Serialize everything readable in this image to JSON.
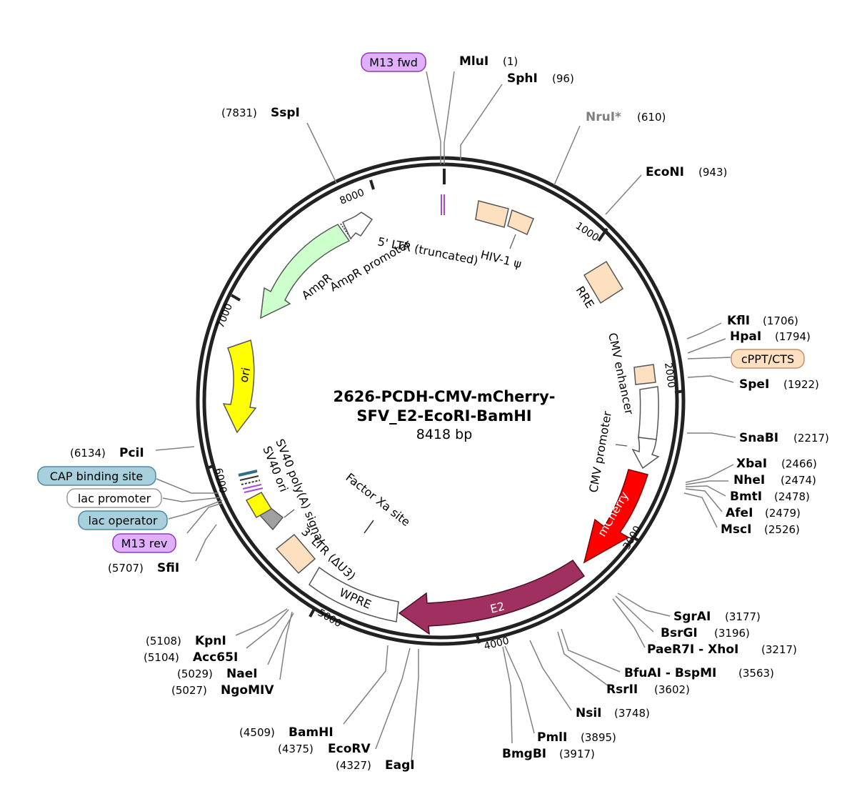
{
  "title_line1": "2626-PCDH-CMV-mCherry-",
  "title_line2": "SFV_E2-EcoRI-BamHI",
  "size_label": "8418 bp",
  "ticks": [
    "1000",
    "2000",
    "3000",
    "4000",
    "5000",
    "6000",
    "7000",
    "8000"
  ],
  "features": {
    "ltr5": "5' LTR (truncated)",
    "hiv_psi": "HIV-1 ψ",
    "rre": "RRE",
    "cmv_enhancer": "CMV enhancer",
    "cmv_promoter": "CMV promoter",
    "mcherry": "mCherry",
    "e2": "E2",
    "wpre": "WPRE",
    "ltr3": "3' LTR (ΔU3)",
    "factor_xa": "Factor Xa site",
    "sv40_polya": "SV40 poly(A) signal",
    "sv40_ori": "SV40 ori",
    "ori": "ori",
    "ampr": "AmpR",
    "ampr_promoter": "AmpR promoter"
  },
  "pills": {
    "m13_fwd": "M13 fwd",
    "cppt": "cPPT/CTS",
    "cap": "CAP binding site",
    "lac_promoter": "lac promoter",
    "lac_operator": "lac operator",
    "m13_rev": "M13 rev"
  },
  "sites": {
    "mlui": {
      "name": "MluI",
      "pos": "(1)"
    },
    "sphi": {
      "name": "SphI",
      "pos": "(96)"
    },
    "nrui": {
      "name": "NruI*",
      "pos": "(610)"
    },
    "econi": {
      "name": "EcoNI",
      "pos": "(943)"
    },
    "kfli": {
      "name": "KflI",
      "pos": "(1706)"
    },
    "hpai": {
      "name": "HpaI",
      "pos": "(1794)"
    },
    "spei": {
      "name": "SpeI",
      "pos": "(1922)"
    },
    "snabi": {
      "name": "SnaBI",
      "pos": "(2217)"
    },
    "xbai": {
      "name": "XbaI",
      "pos": "(2466)"
    },
    "nhei": {
      "name": "NheI",
      "pos": "(2474)"
    },
    "bmti": {
      "name": "BmtI",
      "pos": "(2478)"
    },
    "afei": {
      "name": "AfeI",
      "pos": "(2479)"
    },
    "msci": {
      "name": "MscI",
      "pos": "(2526)"
    },
    "sgrai": {
      "name": "SgrAI",
      "pos": "(3177)"
    },
    "bsrgi": {
      "name": "BsrGI",
      "pos": "(3196)"
    },
    "paer7i": {
      "name": "PaeR7I - XhoI",
      "pos": "(3217)"
    },
    "bfuai": {
      "name": "BfuAI - BspMI",
      "pos": "(3563)"
    },
    "rsrii": {
      "name": "RsrII",
      "pos": "(3602)"
    },
    "nsii": {
      "name": "NsiI",
      "pos": "(3748)"
    },
    "pmli": {
      "name": "PmlI",
      "pos": "(3895)"
    },
    "bmgbi": {
      "name": "BmgBI",
      "pos": "(3917)"
    },
    "eagi": {
      "name": "EagI",
      "pos": "(4327)"
    },
    "ecorv": {
      "name": "EcoRV",
      "pos": "(4375)"
    },
    "bamhi": {
      "name": "BamHI",
      "pos": "(4509)"
    },
    "ngomiv": {
      "name": "NgoMIV",
      "pos": "(5027)"
    },
    "naei": {
      "name": "NaeI",
      "pos": "(5029)"
    },
    "acc65i": {
      "name": "Acc65I",
      "pos": "(5104)"
    },
    "kpni": {
      "name": "KpnI",
      "pos": "(5108)"
    },
    "sfii": {
      "name": "SfiI",
      "pos": "(5707)"
    },
    "pcii": {
      "name": "PciI",
      "pos": "(6134)"
    },
    "sspi": {
      "name": "SspI",
      "pos": "(7831)"
    }
  },
  "colors": {
    "backbone": "#222222",
    "ltr": "#fde0c0",
    "mcherry": "#ff0000",
    "e2": "#a0305f",
    "ori": "#ffff00",
    "ampr": "#ccffcc",
    "m13": "#e0b0ff",
    "cap": "#a8d0dc",
    "sv40_ori": "#a0a0a0",
    "dimmed_enzyme": "#808080"
  }
}
